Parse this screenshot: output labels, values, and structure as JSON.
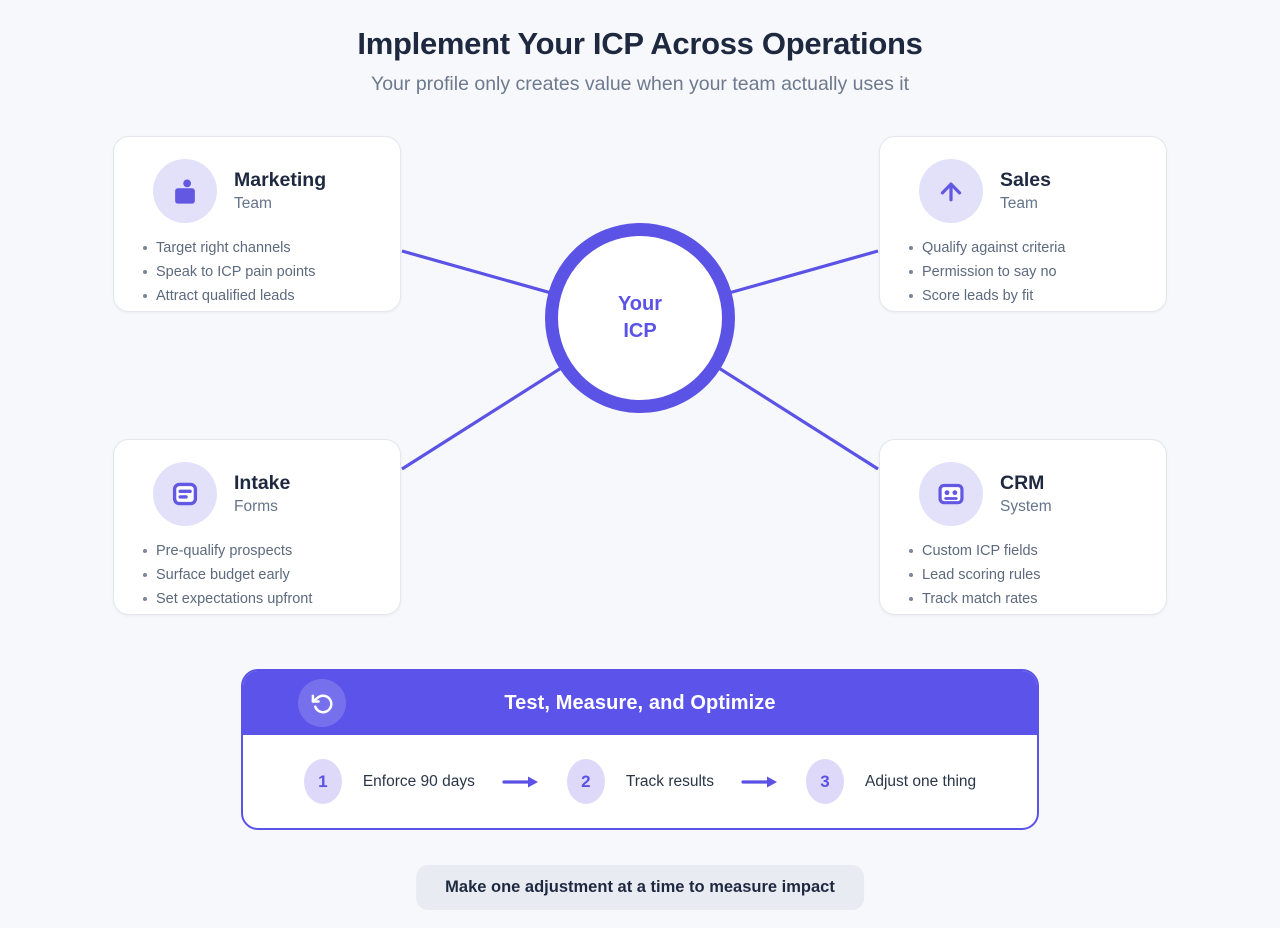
{
  "page": {
    "title": "Implement Your ICP Across Operations",
    "subtitle": "Your profile only creates value when your team actually uses it"
  },
  "center": {
    "line1": "Your",
    "line2": "ICP"
  },
  "cards": [
    {
      "title": "Marketing",
      "subtitle": "Team",
      "icon": "person-icon",
      "bullets": [
        "Target right channels",
        "Speak to ICP pain points",
        "Attract qualified leads"
      ]
    },
    {
      "title": "Sales",
      "subtitle": "Team",
      "icon": "arrow-up-icon",
      "bullets": [
        "Qualify against criteria",
        "Permission to say no",
        "Score leads by fit"
      ]
    },
    {
      "title": "Intake",
      "subtitle": "Forms",
      "icon": "form-icon",
      "bullets": [
        "Pre-qualify prospects",
        "Surface budget early",
        "Set expectations upfront"
      ]
    },
    {
      "title": "CRM",
      "subtitle": "System",
      "icon": "robot-icon",
      "bullets": [
        "Custom ICP fields",
        "Lead scoring rules",
        "Track match rates"
      ]
    }
  ],
  "banner": {
    "icon": "refresh-icon",
    "title": "Test, Measure, and Optimize",
    "steps": [
      {
        "number": "1",
        "label": "Enforce 90 days"
      },
      {
        "number": "2",
        "label": "Track results"
      },
      {
        "number": "3",
        "label": "Adjust one thing"
      }
    ]
  },
  "footer": {
    "note": "Make one adjustment at a time to measure impact"
  },
  "colors": {
    "accent": "#5b52e6",
    "accent_light": "#e3e0fa",
    "step_badge": "#ded9f9",
    "background": "#f7f8fb",
    "card_border": "#e4e7ee",
    "text_dark": "#1e2940",
    "text_muted": "#64748b",
    "footer_pill": "#e9ebf3"
  }
}
